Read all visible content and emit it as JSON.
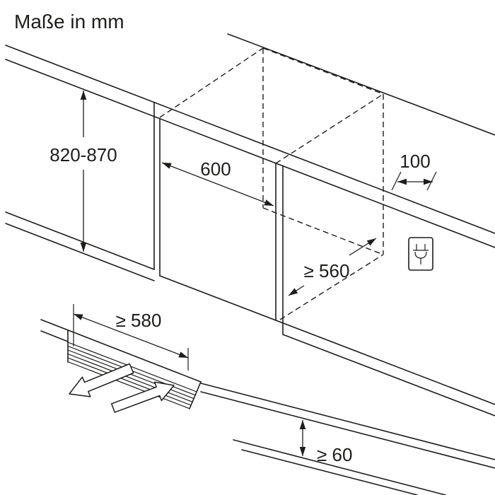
{
  "title": "Maße in mm",
  "upper_diagram": {
    "niche_height": "820-870",
    "niche_width": "600",
    "socket_offset": "100",
    "niche_depth": "≥ 560"
  },
  "lower_diagram": {
    "worktop_depth": "≥ 580",
    "bottom_clearance": "≥ 60"
  },
  "icons": {
    "socket": "wall-socket-icon",
    "arrow_out": "hollow-arrow-down-left-icon",
    "arrow_in": "hollow-arrow-up-right-icon"
  },
  "colors": {
    "line": "#1d1d1b",
    "background": "#ffffff"
  }
}
